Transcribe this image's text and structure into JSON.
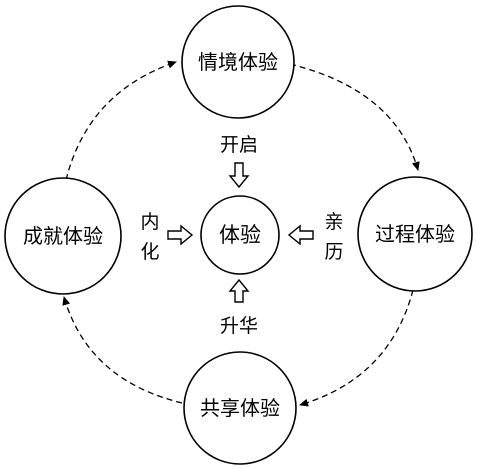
{
  "center": {
    "label": "体验"
  },
  "nodes": {
    "top": {
      "label": "情境体验"
    },
    "right": {
      "label": "过程体验"
    },
    "bottom": {
      "label": "共享体验"
    },
    "left": {
      "label": "成就体验"
    }
  },
  "connectors": {
    "top": {
      "label": "开启"
    },
    "right": {
      "label_line1": "亲",
      "label_line2": "历"
    },
    "bottom": {
      "label": "升华"
    },
    "left": {
      "label_line1": "内",
      "label_line2": "化"
    }
  }
}
